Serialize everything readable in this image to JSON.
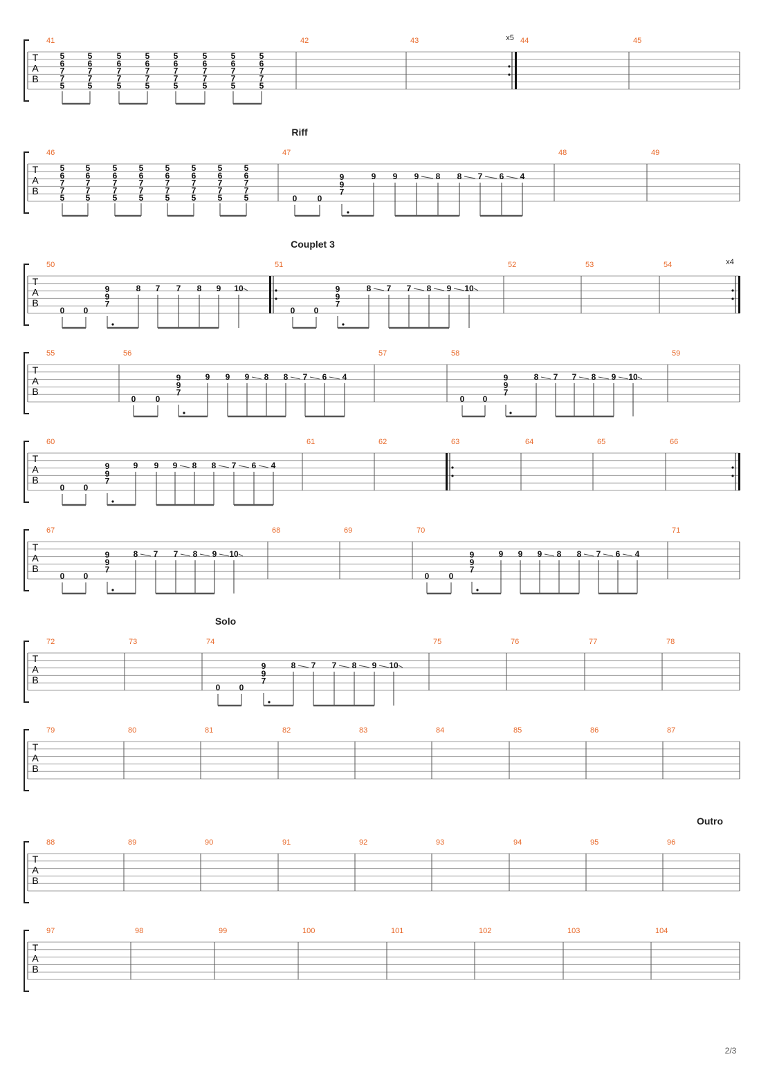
{
  "page_number": "2/3",
  "tab_clef_letters": [
    "T",
    "A",
    "B"
  ],
  "colors": {
    "measure_number": "#e8692a",
    "staff_line": "#999999",
    "barline": "#555555",
    "ink": "#111111"
  },
  "systems": [
    {
      "measures": [
        "41",
        "42",
        "43",
        "44",
        "45"
      ],
      "section_label": "",
      "repeat_text": "x5",
      "notes": [
        {
          "chord": [
            "5",
            "6",
            "7",
            "7",
            "5"
          ]
        },
        {
          "chord": [
            "5",
            "6",
            "7",
            "7",
            "5"
          ]
        },
        {
          "chord": [
            "5",
            "6",
            "7",
            "7",
            "5"
          ]
        },
        {
          "chord": [
            "5",
            "6",
            "7",
            "7",
            "5"
          ]
        },
        {
          "chord": [
            "5",
            "6",
            "7",
            "7",
            "5"
          ]
        },
        {
          "chord": [
            "5",
            "6",
            "7",
            "7",
            "5"
          ]
        },
        {
          "chord": [
            "5",
            "6",
            "7",
            "7",
            "5"
          ]
        },
        {
          "chord": [
            "5",
            "6",
            "7",
            "7",
            "5"
          ]
        }
      ]
    },
    {
      "measures": [
        "46",
        "47",
        "48",
        "49"
      ],
      "section_label": "Riff",
      "repeat_text": "",
      "notes": [
        {
          "chord": [
            "5",
            "6",
            "7",
            "7",
            "5"
          ]
        },
        {
          "chord": [
            "5",
            "6",
            "7",
            "7",
            "5"
          ]
        },
        {
          "chord": [
            "5",
            "6",
            "7",
            "7",
            "5"
          ]
        },
        {
          "chord": [
            "5",
            "6",
            "7",
            "7",
            "5"
          ]
        },
        {
          "chord": [
            "5",
            "6",
            "7",
            "7",
            "5"
          ]
        },
        {
          "chord": [
            "5",
            "6",
            "7",
            "7",
            "5"
          ]
        },
        {
          "chord": [
            "5",
            "6",
            "7",
            "7",
            "5"
          ]
        },
        {
          "chord": [
            "5",
            "6",
            "7",
            "7",
            "5"
          ]
        },
        {
          "s": 5,
          "f": "0"
        },
        {
          "s": 5,
          "f": "0"
        },
        {
          "chord3": [
            "9",
            "9",
            "7"
          ]
        },
        {
          "s": 2,
          "f": "9"
        },
        {
          "s": 2,
          "f": "9"
        },
        {
          "s": 2,
          "f": "9"
        },
        {
          "s": 2,
          "f": "8"
        },
        {
          "s": 2,
          "f": "8"
        },
        {
          "s": 2,
          "f": "7"
        },
        {
          "s": 2,
          "f": "6"
        },
        {
          "s": 2,
          "f": "4"
        }
      ]
    },
    {
      "measures": [
        "50",
        "51",
        "52",
        "53",
        "54"
      ],
      "section_label": "Couplet 3",
      "repeat_text": "x4",
      "notes": [
        {
          "s": 5,
          "f": "0"
        },
        {
          "s": 5,
          "f": "0"
        },
        {
          "chord3": [
            "9",
            "9",
            "7"
          ]
        },
        {
          "s": 2,
          "f": "8"
        },
        {
          "s": 2,
          "f": "7"
        },
        {
          "s": 2,
          "f": "7"
        },
        {
          "s": 2,
          "f": "8"
        },
        {
          "s": 2,
          "f": "9"
        },
        {
          "s": 2,
          "f": "10"
        },
        {
          "s": 5,
          "f": "0"
        },
        {
          "s": 5,
          "f": "0"
        },
        {
          "chord3": [
            "9",
            "9",
            "7"
          ]
        },
        {
          "s": 2,
          "f": "8"
        },
        {
          "s": 2,
          "f": "7"
        },
        {
          "s": 2,
          "f": "7"
        },
        {
          "s": 2,
          "f": "8"
        },
        {
          "s": 2,
          "f": "9"
        },
        {
          "s": 2,
          "f": "10"
        }
      ]
    },
    {
      "measures": [
        "55",
        "56",
        "57",
        "58",
        "59"
      ],
      "section_label": "",
      "repeat_text": "",
      "notes": [
        {
          "s": 5,
          "f": "0"
        },
        {
          "s": 5,
          "f": "0"
        },
        {
          "chord3": [
            "9",
            "9",
            "7"
          ]
        },
        {
          "s": 2,
          "f": "9"
        },
        {
          "s": 2,
          "f": "9"
        },
        {
          "s": 2,
          "f": "9"
        },
        {
          "s": 2,
          "f": "8"
        },
        {
          "s": 2,
          "f": "8"
        },
        {
          "s": 2,
          "f": "7"
        },
        {
          "s": 2,
          "f": "6"
        },
        {
          "s": 2,
          "f": "4"
        },
        {
          "s": 5,
          "f": "0"
        },
        {
          "s": 5,
          "f": "0"
        },
        {
          "chord3": [
            "9",
            "9",
            "7"
          ]
        },
        {
          "s": 2,
          "f": "8"
        },
        {
          "s": 2,
          "f": "7"
        },
        {
          "s": 2,
          "f": "7"
        },
        {
          "s": 2,
          "f": "8"
        },
        {
          "s": 2,
          "f": "9"
        },
        {
          "s": 2,
          "f": "10"
        }
      ]
    },
    {
      "measures": [
        "60",
        "61",
        "62",
        "63",
        "64",
        "65",
        "66"
      ],
      "section_label": "",
      "repeat_text": "",
      "notes": [
        {
          "s": 5,
          "f": "0"
        },
        {
          "s": 5,
          "f": "0"
        },
        {
          "chord3": [
            "9",
            "9",
            "7"
          ]
        },
        {
          "s": 2,
          "f": "9"
        },
        {
          "s": 2,
          "f": "9"
        },
        {
          "s": 2,
          "f": "9"
        },
        {
          "s": 2,
          "f": "8"
        },
        {
          "s": 2,
          "f": "8"
        },
        {
          "s": 2,
          "f": "7"
        },
        {
          "s": 2,
          "f": "6"
        },
        {
          "s": 2,
          "f": "4"
        }
      ]
    },
    {
      "measures": [
        "67",
        "68",
        "69",
        "70",
        "71"
      ],
      "section_label": "",
      "repeat_text": "",
      "notes": [
        {
          "s": 5,
          "f": "0"
        },
        {
          "s": 5,
          "f": "0"
        },
        {
          "chord3": [
            "9",
            "9",
            "7"
          ]
        },
        {
          "s": 2,
          "f": "8"
        },
        {
          "s": 2,
          "f": "7"
        },
        {
          "s": 2,
          "f": "7"
        },
        {
          "s": 2,
          "f": "8"
        },
        {
          "s": 2,
          "f": "9"
        },
        {
          "s": 2,
          "f": "10"
        },
        {
          "s": 5,
          "f": "0"
        },
        {
          "s": 5,
          "f": "0"
        },
        {
          "chord3": [
            "9",
            "9",
            "7"
          ]
        },
        {
          "s": 2,
          "f": "9"
        },
        {
          "s": 2,
          "f": "9"
        },
        {
          "s": 2,
          "f": "9"
        },
        {
          "s": 2,
          "f": "8"
        },
        {
          "s": 2,
          "f": "8"
        },
        {
          "s": 2,
          "f": "7"
        },
        {
          "s": 2,
          "f": "6"
        },
        {
          "s": 2,
          "f": "4"
        }
      ]
    },
    {
      "measures": [
        "72",
        "73",
        "74",
        "75",
        "76",
        "77",
        "78"
      ],
      "section_label": "Solo",
      "repeat_text": "",
      "notes": [
        {
          "s": 5,
          "f": "0"
        },
        {
          "s": 5,
          "f": "0"
        },
        {
          "chord3": [
            "9",
            "9",
            "7"
          ]
        },
        {
          "s": 2,
          "f": "8"
        },
        {
          "s": 2,
          "f": "7"
        },
        {
          "s": 2,
          "f": "7"
        },
        {
          "s": 2,
          "f": "8"
        },
        {
          "s": 2,
          "f": "9"
        },
        {
          "s": 2,
          "f": "10"
        }
      ]
    },
    {
      "measures": [
        "79",
        "80",
        "81",
        "82",
        "83",
        "84",
        "85",
        "86",
        "87"
      ],
      "section_label": "",
      "repeat_text": "",
      "notes": []
    },
    {
      "measures": [
        "88",
        "89",
        "90",
        "91",
        "92",
        "93",
        "94",
        "95",
        "96"
      ],
      "section_label": "Outro",
      "repeat_text": "",
      "notes": []
    },
    {
      "measures": [
        "97",
        "98",
        "99",
        "100",
        "101",
        "102",
        "103",
        "104"
      ],
      "section_label": "",
      "repeat_text": "",
      "notes": []
    }
  ]
}
